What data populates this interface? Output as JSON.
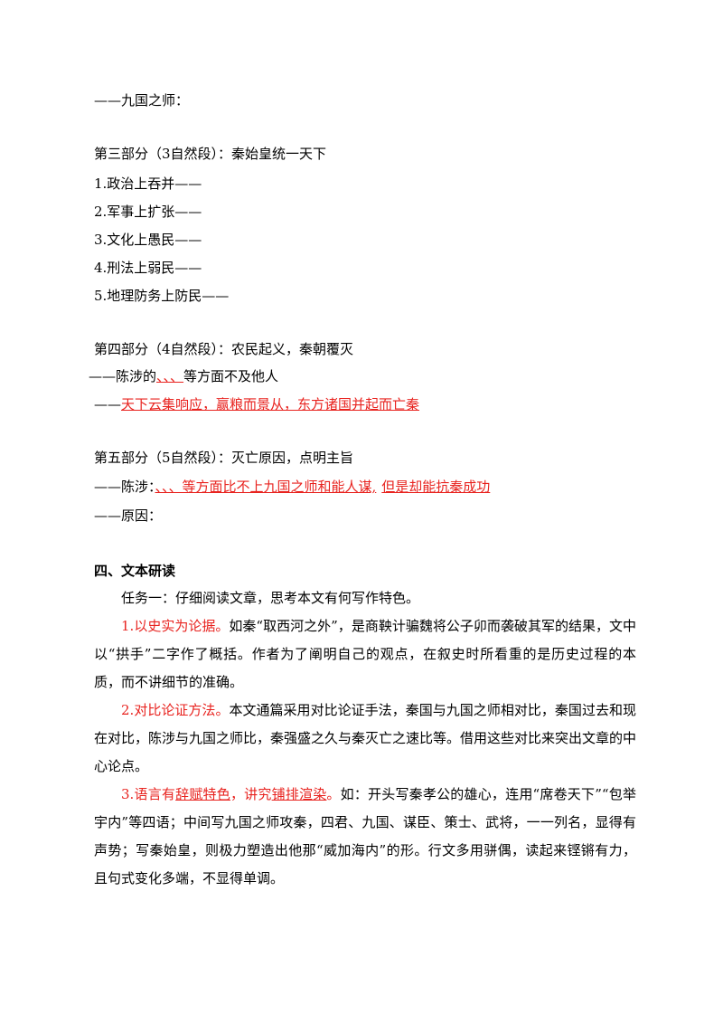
{
  "outline": {
    "jiuguo_line": "——九国之师：",
    "part3": {
      "title": "第三部分（3自然段）：秦始皇统一天下",
      "items": [
        "1.政治上吞并——",
        "2.军事上扩张——",
        "3.文化上愚民——",
        "4.刑法上弱民——",
        "5.地理防务上防民——"
      ]
    },
    "part4": {
      "title": "第四部分（4自然段）：农民起义，秦朝覆灭",
      "line1_prefix": "——陈涉的",
      "line1_blank": "、、、",
      "line1_suffix": "等方面不及他人",
      "line2_prefix": "——",
      "line2_red": "天下云集响应，赢粮而景从，东方诸国并起而亡秦"
    },
    "part5": {
      "title": "第五部分（5自然段）：灭亡原因，点明主旨",
      "line1_prefix": "——陈涉：",
      "line1_red_a": "、、、等方面比不上九国之师和能人谋,",
      "line1_red_b": "但是却能抗秦成功",
      "line2": "——原因："
    }
  },
  "section4": {
    "heading": "四、文本研读",
    "task": "任务一：仔细阅读文章，思考本文有何写作特色。",
    "p1": {
      "label": "1.以史实为论据。",
      "text": "如秦“取西河之外”，是商鞅计骗魏将公子卯而袭破其军的结果，文中以“拱手”二字作了概括。作者为了阐明自己的观点，在叙史时所看重的是历史过程的本质，而不讲细节的准确。"
    },
    "p2": {
      "label": "2.对比论证方法。",
      "text": "本文通篇采用对比论证手法，秦国与九国之师相对比，秦国过去和现在对比，陈涉与九国之师比，秦强盛之久与秦灭亡之速比等。借用这些对比来突出文章的中心论点。"
    },
    "p3": {
      "label_a": "3.语言有",
      "label_b": "辞赋特色",
      "label_c": "，讲究",
      "label_d": "铺排渲染",
      "label_e": "。",
      "text": "如：开头写秦孝公的雄心，连用“席卷天下”“包举宇内”等四语；中间写九国之师攻秦，四君、九国、谋臣、策士、武将，一一列名，显得有声势；写秦始皇，则极力塑造出他那“威加海内”的形。行文多用骈偶，读起来铿锵有力，且句式变化多端，不显得单调。"
    }
  },
  "colors": {
    "accent_red": "#e8231f"
  }
}
